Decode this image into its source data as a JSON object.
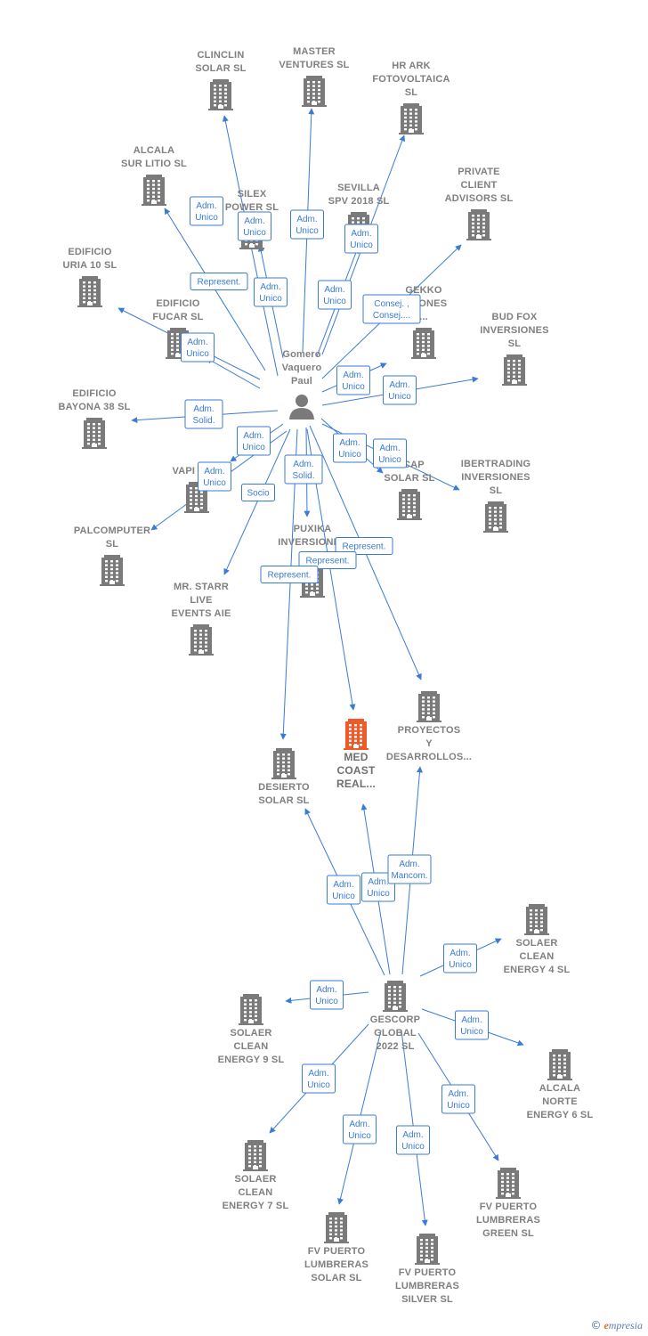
{
  "colors": {
    "building": "#7a7a7a",
    "building_focus": "#f05a28",
    "edge": "#3a7bd5",
    "label_border": "#3a7bd5",
    "person": "#7a7a7a"
  },
  "nodes": [
    {
      "id": "person",
      "kind": "person",
      "label": [
        "Gomero",
        "Vaquero",
        "Paul"
      ]
    },
    {
      "id": "clinclin",
      "kind": "company",
      "label": [
        "CLINCLIN",
        "SOLAR  SL"
      ]
    },
    {
      "id": "master",
      "kind": "company",
      "label": [
        "MASTER",
        "VENTURES  SL"
      ]
    },
    {
      "id": "hrark",
      "kind": "company",
      "label": [
        "HR ARK",
        "FOTOVOLTAICA",
        "SL"
      ]
    },
    {
      "id": "alcalasur",
      "kind": "company",
      "label": [
        "ALCALA",
        "SUR LITIO  SL"
      ]
    },
    {
      "id": "silex",
      "kind": "company",
      "label": [
        "SILEX",
        "POWER  SL"
      ]
    },
    {
      "id": "sevilla",
      "kind": "company",
      "label": [
        "SEVILLA",
        "SPV 2018  SL"
      ]
    },
    {
      "id": "private",
      "kind": "company",
      "label": [
        "PRIVATE",
        "CLIENT",
        "ADVISORS  SL"
      ]
    },
    {
      "id": "uria",
      "kind": "company",
      "label": [
        "EDIFICIO",
        "URIA 10  SL"
      ]
    },
    {
      "id": "gekko",
      "kind": "company",
      "label": [
        "GEKKO",
        "...SIONES",
        "..."
      ]
    },
    {
      "id": "fucar",
      "kind": "company",
      "label": [
        "EDIFICIO",
        "FUCAR  SL"
      ]
    },
    {
      "id": "budfox",
      "kind": "company",
      "label": [
        "BUD FOX",
        "INVERSIONES",
        "SL"
      ]
    },
    {
      "id": "bayona",
      "kind": "company",
      "label": [
        "EDIFICIO",
        "BAYONA 38  SL"
      ]
    },
    {
      "id": "vapi",
      "kind": "company",
      "label": [
        "VAPI SO..."
      ]
    },
    {
      "id": "cap",
      "kind": "company",
      "label": [
        "...CAP",
        "SOLAR  SL"
      ]
    },
    {
      "id": "ibertrading",
      "kind": "company",
      "label": [
        "IBERTRADING",
        "INVERSIONES",
        "SL"
      ]
    },
    {
      "id": "palcomputer",
      "kind": "company",
      "label": [
        "PALCOMPUTER",
        "SL"
      ]
    },
    {
      "id": "puxika",
      "kind": "company",
      "label": [
        "PUXIKA",
        "INVERSIONES",
        "SL"
      ]
    },
    {
      "id": "mrstarr",
      "kind": "company",
      "label": [
        "MR.  STARR",
        "LIVE",
        "EVENTS  AIE"
      ]
    },
    {
      "id": "proyectos",
      "kind": "company",
      "label": [
        "PROYECTOS",
        "Y",
        "DESARROLLOS..."
      ]
    },
    {
      "id": "medcoast",
      "kind": "focus",
      "label": [
        "MED",
        "COAST",
        "REAL..."
      ]
    },
    {
      "id": "desierto",
      "kind": "company",
      "label": [
        "DESIERTO",
        "SOLAR  SL"
      ]
    },
    {
      "id": "gescorp",
      "kind": "company",
      "label": [
        "GESCORP",
        "GLOBAL",
        "2022  SL"
      ]
    },
    {
      "id": "solaer4",
      "kind": "company",
      "label": [
        "SOLAER",
        "CLEAN",
        "ENERGY 4  SL"
      ]
    },
    {
      "id": "solaer9",
      "kind": "company",
      "label": [
        "SOLAER",
        "CLEAN",
        "ENERGY 9  SL"
      ]
    },
    {
      "id": "alcalanorte",
      "kind": "company",
      "label": [
        "ALCALA",
        "NORTE",
        "ENERGY 6  SL"
      ]
    },
    {
      "id": "solaer7",
      "kind": "company",
      "label": [
        "SOLAER",
        "CLEAN",
        "ENERGY 7  SL"
      ]
    },
    {
      "id": "fvgreen",
      "kind": "company",
      "label": [
        "FV PUERTO",
        "LUMBRERAS",
        "GREEN  SL"
      ]
    },
    {
      "id": "fvsolar",
      "kind": "company",
      "label": [
        "FV PUERTO",
        "LUMBRERAS",
        "SOLAR  SL"
      ]
    },
    {
      "id": "fvsilver",
      "kind": "company",
      "label": [
        "FV PUERTO",
        "LUMBRERAS",
        "SILVER  SL"
      ]
    }
  ],
  "edges": [
    {
      "from": "person",
      "to": "clinclin",
      "label": [
        "Adm.",
        "Unico"
      ]
    },
    {
      "from": "person",
      "to": "master",
      "label": [
        "Adm.",
        "Unico"
      ]
    },
    {
      "from": "person",
      "to": "hrark",
      "label": [
        "Adm.",
        "Unico"
      ]
    },
    {
      "from": "person",
      "to": "alcalasur",
      "label": [
        "Represent."
      ]
    },
    {
      "from": "person",
      "to": "silex",
      "label": [
        "Adm.",
        "Unico"
      ]
    },
    {
      "from": "person",
      "to": "sevilla",
      "label": [
        "Adm.",
        "Unico"
      ]
    },
    {
      "from": "person",
      "to": "private",
      "label": [
        "Consej. ,",
        "Consej...."
      ]
    },
    {
      "from": "person",
      "to": "uria",
      "label": [
        "Adm.",
        "Unico"
      ]
    },
    {
      "from": "person",
      "to": "fucar",
      "label": [
        "Adm.",
        "Unico"
      ]
    },
    {
      "from": "person",
      "to": "gekko",
      "label": [
        "Adm.",
        "Unico"
      ]
    },
    {
      "from": "person",
      "to": "budfox",
      "label": [
        "Adm.",
        "Unico"
      ]
    },
    {
      "from": "person",
      "to": "bayona",
      "label": [
        "Adm.",
        "Solid."
      ]
    },
    {
      "from": "person",
      "to": "vapi",
      "label": [
        "Adm.",
        "Unico"
      ]
    },
    {
      "from": "person",
      "to": "cap",
      "label": [
        "Adm.",
        "Unico"
      ]
    },
    {
      "from": "person",
      "to": "ibertrading",
      "label": [
        "Adm.",
        "Unico"
      ]
    },
    {
      "from": "person",
      "to": "palcomputer",
      "label": [
        "Adm.",
        "Unico"
      ]
    },
    {
      "from": "person",
      "to": "puxika",
      "label": [
        "Adm.",
        "Solid."
      ]
    },
    {
      "from": "person",
      "to": "mrstarr",
      "label": [
        "Socio"
      ]
    },
    {
      "from": "person",
      "to": "proyectos",
      "label": [
        "Represent."
      ]
    },
    {
      "from": "person",
      "to": "medcoast",
      "label": [
        "Represent."
      ]
    },
    {
      "from": "person",
      "to": "desierto",
      "label": [
        "Represent."
      ]
    },
    {
      "from": "gescorp",
      "to": "desierto",
      "label": [
        "Adm.",
        "Unico"
      ]
    },
    {
      "from": "gescorp",
      "to": "medcoast",
      "label": [
        "Adm.",
        "Unico"
      ]
    },
    {
      "from": "gescorp",
      "to": "proyectos",
      "label": [
        "Adm.",
        "Mancom."
      ]
    },
    {
      "from": "gescorp",
      "to": "solaer4",
      "label": [
        "Adm.",
        "Unico"
      ]
    },
    {
      "from": "gescorp",
      "to": "solaer9",
      "label": [
        "Adm.",
        "Unico"
      ]
    },
    {
      "from": "gescorp",
      "to": "alcalanorte",
      "label": [
        "Adm.",
        "Unico"
      ]
    },
    {
      "from": "gescorp",
      "to": "solaer7",
      "label": [
        "Adm.",
        "Unico"
      ]
    },
    {
      "from": "gescorp",
      "to": "fvgreen",
      "label": [
        "Adm.",
        "Unico"
      ]
    },
    {
      "from": "gescorp",
      "to": "fvsolar",
      "label": [
        "Adm.",
        "Unico"
      ]
    },
    {
      "from": "gescorp",
      "to": "fvsilver",
      "label": [
        "Adm.",
        "Unico"
      ]
    }
  ],
  "footer": {
    "copyright_symbol": "©",
    "brand_initial": "e",
    "brand_rest": "mpresia"
  }
}
